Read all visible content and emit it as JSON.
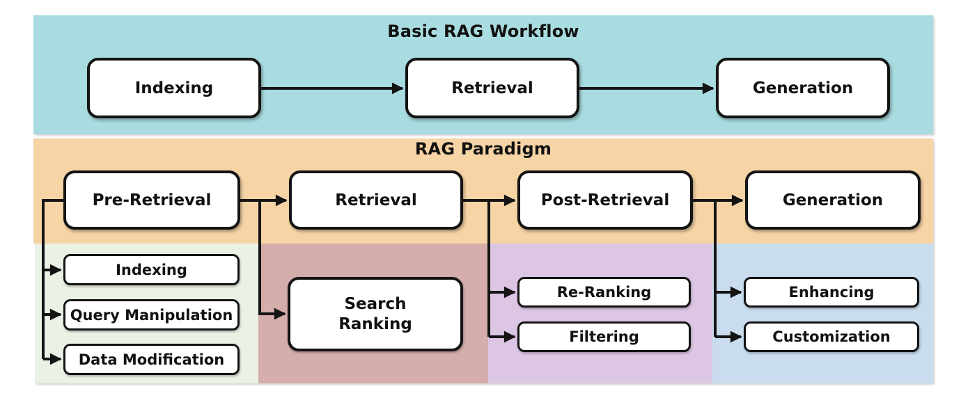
{
  "figure": {
    "basic_workflow": {
      "title": "Basic RAG Workflow",
      "stages": [
        {
          "label": "Indexing"
        },
        {
          "label": "Retrieval"
        },
        {
          "label": "Generation"
        }
      ]
    },
    "rag_paradigm": {
      "title": "RAG Paradigm",
      "stages": [
        {
          "label": "Pre-Retrieval",
          "substeps": [
            {
              "label": "Indexing"
            },
            {
              "label": "Query Manipulation"
            },
            {
              "label": "Data Modification"
            }
          ]
        },
        {
          "label": "Retrieval",
          "substeps": [
            {
              "label": "Search Ranking"
            }
          ]
        },
        {
          "label": "Post-Retrieval",
          "substeps": [
            {
              "label": "Re-Ranking"
            },
            {
              "label": "Filtering"
            }
          ]
        },
        {
          "label": "Generation",
          "substeps": [
            {
              "label": "Enhancing"
            },
            {
              "label": "Customization"
            }
          ]
        }
      ]
    },
    "colors": {
      "basic_workflow_band": "#a8dce0",
      "rag_paradigm_band": "#f7d4a6",
      "pre_retrieval_section": "#eaf2e6",
      "retrieval_section": "#d5aeab",
      "post_retrieval_section": "#dcc6e4",
      "generation_section": "#c9ddee",
      "box_fill": "#ffffff",
      "line": "#141414"
    }
  }
}
